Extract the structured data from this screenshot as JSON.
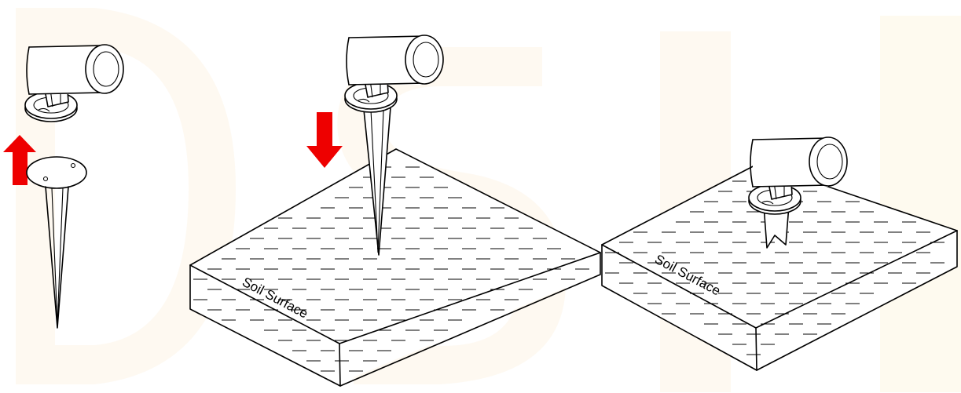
{
  "panels": [
    {
      "id": "disassemble",
      "arrow": "up"
    },
    {
      "id": "insert",
      "arrow": "down",
      "label": "Soil Surface"
    },
    {
      "id": "installed",
      "label": "Soil Surface"
    }
  ],
  "colors": {
    "arrow": "#ee0000",
    "watermark": "#fdf6e8",
    "line": "#000000"
  },
  "icons": [
    "spotlight-icon",
    "ground-spike-icon",
    "arrow-up-icon",
    "arrow-down-icon",
    "soil-block-icon"
  ]
}
